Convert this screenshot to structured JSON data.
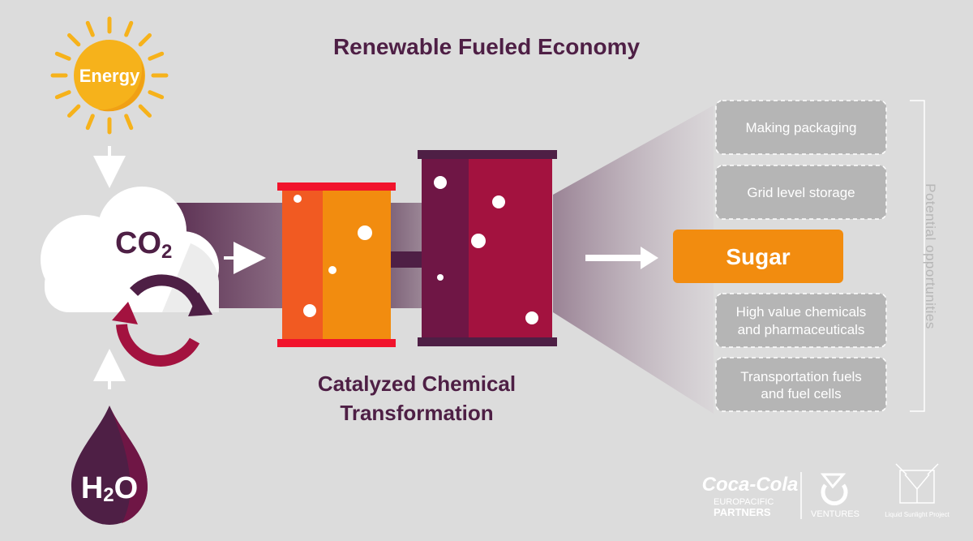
{
  "title": "Renewable Fueled Economy",
  "inputs": {
    "energy_label": "Energy",
    "co2": {
      "main": "CO",
      "sub": "2"
    },
    "h2o": {
      "h": "H",
      "sub": "2",
      "o": "O"
    }
  },
  "process_caption": {
    "line1": "Catalyzed Chemical",
    "line2": "Transformation"
  },
  "output": {
    "label": "Sugar"
  },
  "opportunities": {
    "side_label": "Potential opportunities",
    "items": [
      {
        "lines": [
          "Making packaging"
        ]
      },
      {
        "lines": [
          "Grid level storage"
        ]
      },
      {
        "lines": [
          "High value chemicals",
          "and pharmaceuticals"
        ]
      },
      {
        "lines": [
          "Transportation fuels",
          "and fuel cells"
        ]
      }
    ]
  },
  "logos": {
    "coca_cola": {
      "script": "Coca-Cola",
      "line1": "EUROPACIFIC",
      "line2": "PARTNERS"
    },
    "ventures": {
      "label": "VENTURES"
    },
    "liquid_sunlight": {
      "label": "Liquid Sunlight Project"
    }
  },
  "colors": {
    "background": "#dcdcdc",
    "plum": "#4e1f45",
    "orange": "#f28c0f",
    "red_orange": "#f15a22",
    "crimson": "#a3123f",
    "maroon": "#6f1645",
    "sun": "#f6b21b",
    "box_gray": "#b5b5b5"
  }
}
